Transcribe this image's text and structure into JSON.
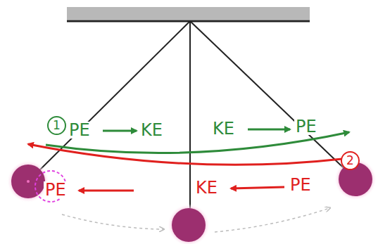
{
  "diagram": {
    "nodes": [
      {
        "text": [
          "1"
        ]
      },
      {
        "text": [
          "2"
        ]
      }
    ],
    "labels": [
      "PE",
      "KE",
      "KE",
      "PE",
      "PE",
      "KE",
      "PE"
    ]
  }
}
